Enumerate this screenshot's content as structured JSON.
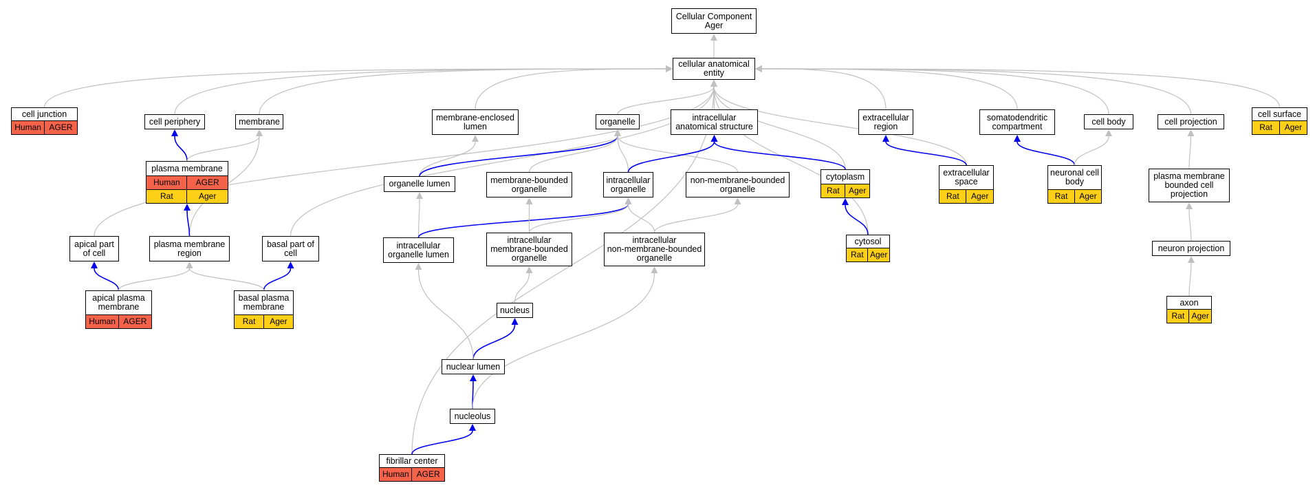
{
  "colors": {
    "is_a_edge": "#c0c0c0",
    "part_of_edge": "#0000ee",
    "human": "#f4624a",
    "rat": "#fdd017"
  },
  "nodes": {
    "root": {
      "label": "Cellular Component\nAger"
    },
    "cae": {
      "label": "cellular anatomical\nentity"
    },
    "cell_junction": {
      "label": "cell junction",
      "rows": [
        [
          "Human",
          "AGER"
        ]
      ]
    },
    "cell_periphery": {
      "label": "cell periphery"
    },
    "membrane": {
      "label": "membrane"
    },
    "mel": {
      "label": "membrane-enclosed\nlumen"
    },
    "organelle": {
      "label": "organelle"
    },
    "ias": {
      "label": "intracellular\nanatomical structure"
    },
    "extracellular_region": {
      "label": "extracellular\nregion"
    },
    "somatodendritic": {
      "label": "somatodendritic\ncompartment"
    },
    "cell_body": {
      "label": "cell body"
    },
    "cell_projection": {
      "label": "cell projection"
    },
    "cell_surface": {
      "label": "cell surface",
      "rows": [
        [
          "Rat",
          "Ager"
        ]
      ]
    },
    "plasma_membrane": {
      "label": "plasma membrane",
      "rows": [
        [
          "Human",
          "AGER"
        ],
        [
          "Rat",
          "Ager"
        ]
      ]
    },
    "organelle_lumen": {
      "label": "organelle lumen"
    },
    "mbo": {
      "label": "membrane-bounded\norganelle"
    },
    "intra_org": {
      "label": "intracellular\norganelle"
    },
    "nmbo": {
      "label": "non-membrane-bounded\norganelle"
    },
    "cytoplasm": {
      "label": "cytoplasm",
      "rows": [
        [
          "Rat",
          "Ager"
        ]
      ]
    },
    "extracellular_space": {
      "label": "extracellular\nspace",
      "rows": [
        [
          "Rat",
          "Ager"
        ]
      ]
    },
    "ncb": {
      "label": "neuronal cell\nbody",
      "rows": [
        [
          "Rat",
          "Ager"
        ]
      ]
    },
    "pmbcp": {
      "label": "plasma membrane\nbounded cell\nprojection"
    },
    "apical_part": {
      "label": "apical part\nof cell"
    },
    "pm_region": {
      "label": "plasma membrane\nregion"
    },
    "basal_part": {
      "label": "basal part of\ncell"
    },
    "iol": {
      "label": "intracellular\norganelle lumen"
    },
    "imbo": {
      "label": "intracellular\nmembrane-bounded\norganelle"
    },
    "inmbo": {
      "label": "intracellular\nnon-membrane-bounded\norganelle"
    },
    "cytosol": {
      "label": "cytosol",
      "rows": [
        [
          "Rat",
          "Ager"
        ]
      ]
    },
    "neuron_projection": {
      "label": "neuron projection"
    },
    "apical_pm": {
      "label": "apical plasma\nmembrane",
      "rows": [
        [
          "Human",
          "AGER"
        ]
      ]
    },
    "basal_pm": {
      "label": "basal plasma\nmembrane",
      "rows": [
        [
          "Rat",
          "Ager"
        ]
      ]
    },
    "nucleus": {
      "label": "nucleus"
    },
    "axon": {
      "label": "axon",
      "rows": [
        [
          "Rat",
          "Ager"
        ]
      ]
    },
    "nuclear_lumen": {
      "label": "nuclear lumen"
    },
    "nucleolus": {
      "label": "nucleolus"
    },
    "fibrillar_center": {
      "label": "fibrillar center",
      "rows": [
        [
          "Human",
          "AGER"
        ]
      ]
    }
  },
  "edges": [
    {
      "from": "cae",
      "to": "root",
      "type": "is_a"
    },
    {
      "from": "cell_junction",
      "to": "cae",
      "type": "is_a"
    },
    {
      "from": "cell_periphery",
      "to": "cae",
      "type": "is_a"
    },
    {
      "from": "membrane",
      "to": "cae",
      "type": "is_a"
    },
    {
      "from": "mel",
      "to": "cae",
      "type": "is_a"
    },
    {
      "from": "organelle",
      "to": "cae",
      "type": "is_a"
    },
    {
      "from": "ias",
      "to": "cae",
      "type": "is_a"
    },
    {
      "from": "extracellular_region",
      "to": "cae",
      "type": "is_a"
    },
    {
      "from": "somatodendritic",
      "to": "cae",
      "type": "is_a"
    },
    {
      "from": "cell_body",
      "to": "cae",
      "type": "is_a"
    },
    {
      "from": "cell_projection",
      "to": "cae",
      "type": "is_a"
    },
    {
      "from": "cell_surface",
      "to": "cae",
      "type": "is_a"
    },
    {
      "from": "apical_part",
      "to": "cae",
      "type": "is_a"
    },
    {
      "from": "basal_part",
      "to": "cae",
      "type": "is_a"
    },
    {
      "from": "cytoplasm",
      "to": "cae",
      "type": "is_a"
    },
    {
      "from": "extracellular_space",
      "to": "cae",
      "type": "is_a"
    },
    {
      "from": "cytosol",
      "to": "cae",
      "type": "is_a"
    },
    {
      "from": "fibrillar_center",
      "to": "cae",
      "type": "is_a"
    },
    {
      "from": "plasma_membrane",
      "to": "cell_periphery",
      "type": "part_of"
    },
    {
      "from": "plasma_membrane",
      "to": "membrane",
      "type": "is_a"
    },
    {
      "from": "pm_region",
      "to": "membrane",
      "type": "is_a"
    },
    {
      "from": "pm_region",
      "to": "plasma_membrane",
      "type": "part_of"
    },
    {
      "from": "organelle_lumen",
      "to": "mel",
      "type": "is_a"
    },
    {
      "from": "organelle_lumen",
      "to": "organelle",
      "type": "part_of"
    },
    {
      "from": "mbo",
      "to": "organelle",
      "type": "is_a"
    },
    {
      "from": "intra_org",
      "to": "organelle",
      "type": "is_a"
    },
    {
      "from": "nmbo",
      "to": "organelle",
      "type": "is_a"
    },
    {
      "from": "intra_org",
      "to": "ias",
      "type": "part_of"
    },
    {
      "from": "cytoplasm",
      "to": "ias",
      "type": "part_of"
    },
    {
      "from": "extracellular_space",
      "to": "extracellular_region",
      "type": "part_of"
    },
    {
      "from": "ncb",
      "to": "somatodendritic",
      "type": "part_of"
    },
    {
      "from": "ncb",
      "to": "cell_body",
      "type": "is_a"
    },
    {
      "from": "pmbcp",
      "to": "cell_projection",
      "type": "is_a"
    },
    {
      "from": "apical_pm",
      "to": "apical_part",
      "type": "part_of"
    },
    {
      "from": "apical_pm",
      "to": "pm_region",
      "type": "is_a"
    },
    {
      "from": "basal_pm",
      "to": "basal_part",
      "type": "part_of"
    },
    {
      "from": "basal_pm",
      "to": "pm_region",
      "type": "is_a"
    },
    {
      "from": "iol",
      "to": "organelle_lumen",
      "type": "is_a"
    },
    {
      "from": "iol",
      "to": "intra_org",
      "type": "part_of"
    },
    {
      "from": "imbo",
      "to": "mbo",
      "type": "is_a"
    },
    {
      "from": "imbo",
      "to": "intra_org",
      "type": "is_a"
    },
    {
      "from": "inmbo",
      "to": "intra_org",
      "type": "is_a"
    },
    {
      "from": "inmbo",
      "to": "nmbo",
      "type": "is_a"
    },
    {
      "from": "cytosol",
      "to": "cytoplasm",
      "type": "part_of"
    },
    {
      "from": "neuron_projection",
      "to": "pmbcp",
      "type": "is_a"
    },
    {
      "from": "axon",
      "to": "neuron_projection",
      "type": "is_a"
    },
    {
      "from": "nucleus",
      "to": "imbo",
      "type": "is_a"
    },
    {
      "from": "nuclear_lumen",
      "to": "nucleus",
      "type": "part_of"
    },
    {
      "from": "nuclear_lumen",
      "to": "iol",
      "type": "is_a"
    },
    {
      "from": "nucleolus",
      "to": "nuclear_lumen",
      "type": "part_of"
    },
    {
      "from": "nucleolus",
      "to": "inmbo",
      "type": "is_a"
    },
    {
      "from": "fibrillar_center",
      "to": "nucleolus",
      "type": "part_of"
    }
  ]
}
